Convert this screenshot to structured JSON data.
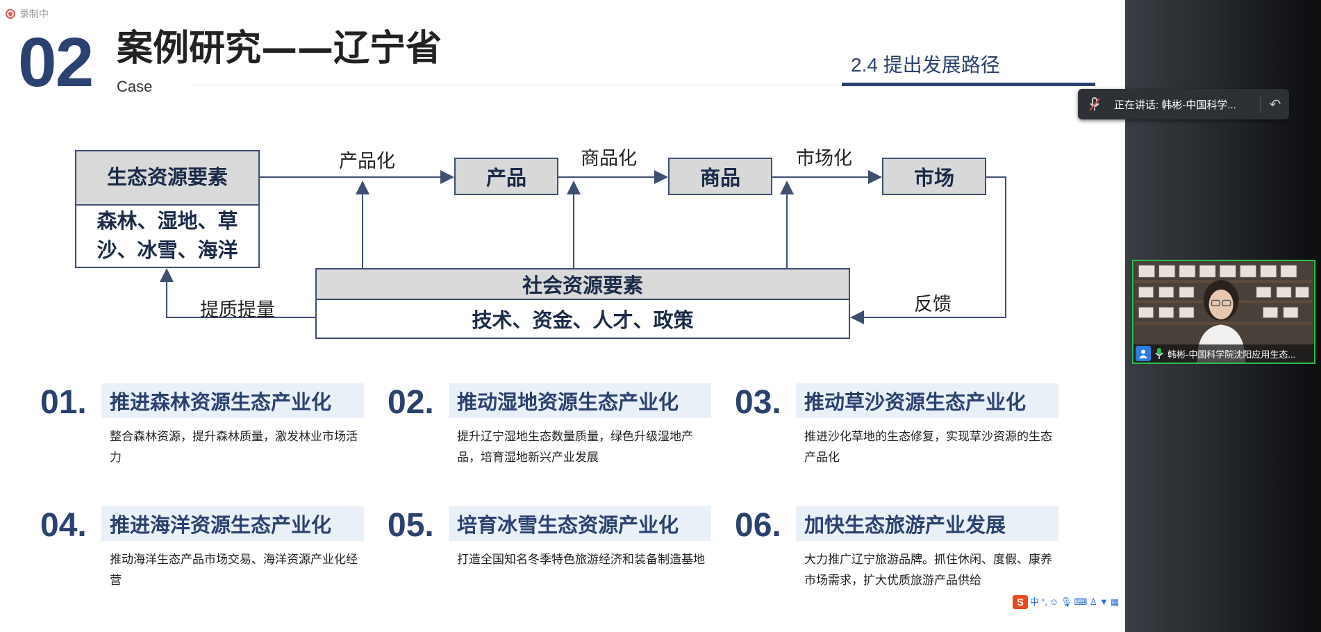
{
  "recording": {
    "label": "录制中",
    "icon": "record-icon"
  },
  "header": {
    "number": "02",
    "title": "案例研究——辽宁省",
    "subtitle": "Case",
    "section": "2.4 提出发展路径"
  },
  "diagram": {
    "eco_box": {
      "title": "生态资源要素",
      "body": "森林、湿地、草沙、冰雪、海洋"
    },
    "nodes": [
      "产品",
      "商品",
      "市场"
    ],
    "edge_labels": [
      "产品化",
      "商品化",
      "市场化"
    ],
    "feedback_label": "反馈",
    "upgrade_label": "提质提量",
    "social_box": {
      "title": "社会资源要素",
      "body": "技术、资金、人才、政策"
    }
  },
  "items": [
    {
      "num": "01.",
      "title": "推进森林资源生态产业化",
      "desc": "整合森林资源，提升森林质量，激发林业市场活力"
    },
    {
      "num": "02.",
      "title": "推动湿地资源生态产业化",
      "desc": "提升辽宁湿地生态数量质量，绿色升级湿地产品，培育湿地新兴产业发展"
    },
    {
      "num": "03.",
      "title": "推动草沙资源生态产业化",
      "desc": "推进沙化草地的生态修复，实现草沙资源的生态产品化"
    },
    {
      "num": "04.",
      "title": "推进海洋资源生态产业化",
      "desc": "推动海洋生态产品市场交易、海洋资源产业化经营"
    },
    {
      "num": "05.",
      "title": "培育冰雪生态资源产业化",
      "desc": "打造全国知名冬季特色旅游经济和装备制造基地"
    },
    {
      "num": "06.",
      "title": "加快生态旅游产业发展",
      "desc": "大力推广辽宁旅游品牌。抓住休闲、度假、康养市场需求，扩大优质旅游产品供给"
    }
  ],
  "meeting": {
    "speaking_label": "正在讲话: 韩彬-中国科学...",
    "participant_name": "韩彬-中国科学院沈阳应用生态..."
  },
  "ime": {
    "logo": "S",
    "lang": "中",
    "icons": [
      "punct-icon",
      "emoji-icon",
      "mic-icon",
      "keyboard-icon",
      "user-icon",
      "skin-icon",
      "grid-icon"
    ]
  },
  "colors": {
    "accent": "#2b4170",
    "bar_bg": "#eaf0f8",
    "box_head": "#d9d9d9",
    "video_border": "#2bbf4a"
  }
}
